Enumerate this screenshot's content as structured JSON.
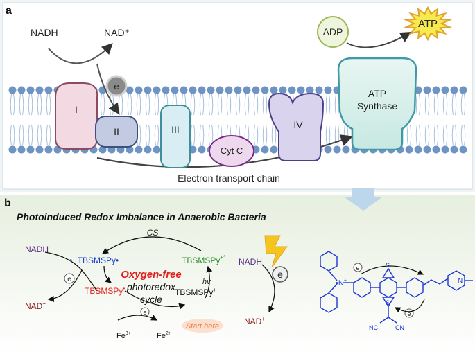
{
  "panel_a": {
    "label": "a",
    "nadh": "NADH",
    "nad_plus": "NAD⁺",
    "electron": "e",
    "complex_1": "I",
    "complex_2": "II",
    "complex_3": "III",
    "complex_4": "IV",
    "cytc": "Cyt C",
    "adp": "ADP",
    "atp": "ATP",
    "atp_synthase_line1": "ATP",
    "atp_synthase_line2": "Synthase",
    "caption": "Electron transport chain"
  },
  "panel_b": {
    "label": "b",
    "title": "Photoinduced Redox Imbalance in Anaerobic Bacteria",
    "nadh_left": "NADH",
    "nad_left": "NAD",
    "cs": "CS",
    "tbs_radical_cation": "TBSMSPy",
    "tbs_excited": "TBSMSPy",
    "tbs_radical": "TBSMSPy",
    "tbs_ground": "TBSMSPy",
    "hv": "hv",
    "cycle_line1": "Oxygen-free",
    "cycle_line2": "photoredox",
    "cycle_line3": "cycle",
    "start_here": "Start here",
    "fe3": "Fe",
    "fe2": "Fe",
    "e_symbol": "e",
    "nadh_mid": "NADH",
    "nad_mid": "NAD",
    "structure_labels": {
      "n_left": "N",
      "n_right": "N",
      "s_top": "S",
      "s_bottom": "S",
      "cn1": "NC",
      "cn2": "CN"
    }
  },
  "colors": {
    "purple_text": "#5b2a86",
    "dark_red_text": "#8b1a1a",
    "blue_text": "#1a3fd1",
    "green_text": "#2f8f2f",
    "red_text": "#e0201c",
    "structure_blue": "#1b35d6"
  }
}
